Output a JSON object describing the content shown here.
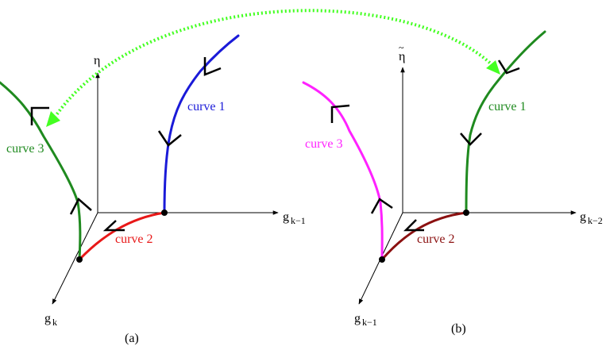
{
  "panel_a": {
    "axis_eta": "η",
    "axis_right": "g",
    "axis_right_sub": "k−1",
    "axis_down": "g",
    "axis_down_sub": "k",
    "curve1": "curve 1",
    "curve2": "curve 2",
    "curve3": "curve 3",
    "caption": "(a)"
  },
  "panel_b": {
    "axis_eta": "η",
    "axis_eta_tilde": "~",
    "axis_right": "g",
    "axis_right_sub": "k−2",
    "axis_down": "g",
    "axis_down_sub": "k−1",
    "curve1": "curve 1",
    "curve2": "curve 2",
    "curve3": "curve 3",
    "caption": "(b)"
  },
  "colors": {
    "a_curve1": "#1a1ad8",
    "a_curve2": "#e81818",
    "a_curve3": "#1f8a1f",
    "b_curve1": "#1f8a1f",
    "b_curve2": "#8b1010",
    "b_curve3": "#ff22ff",
    "mapping_arrow": "#44ff22"
  }
}
